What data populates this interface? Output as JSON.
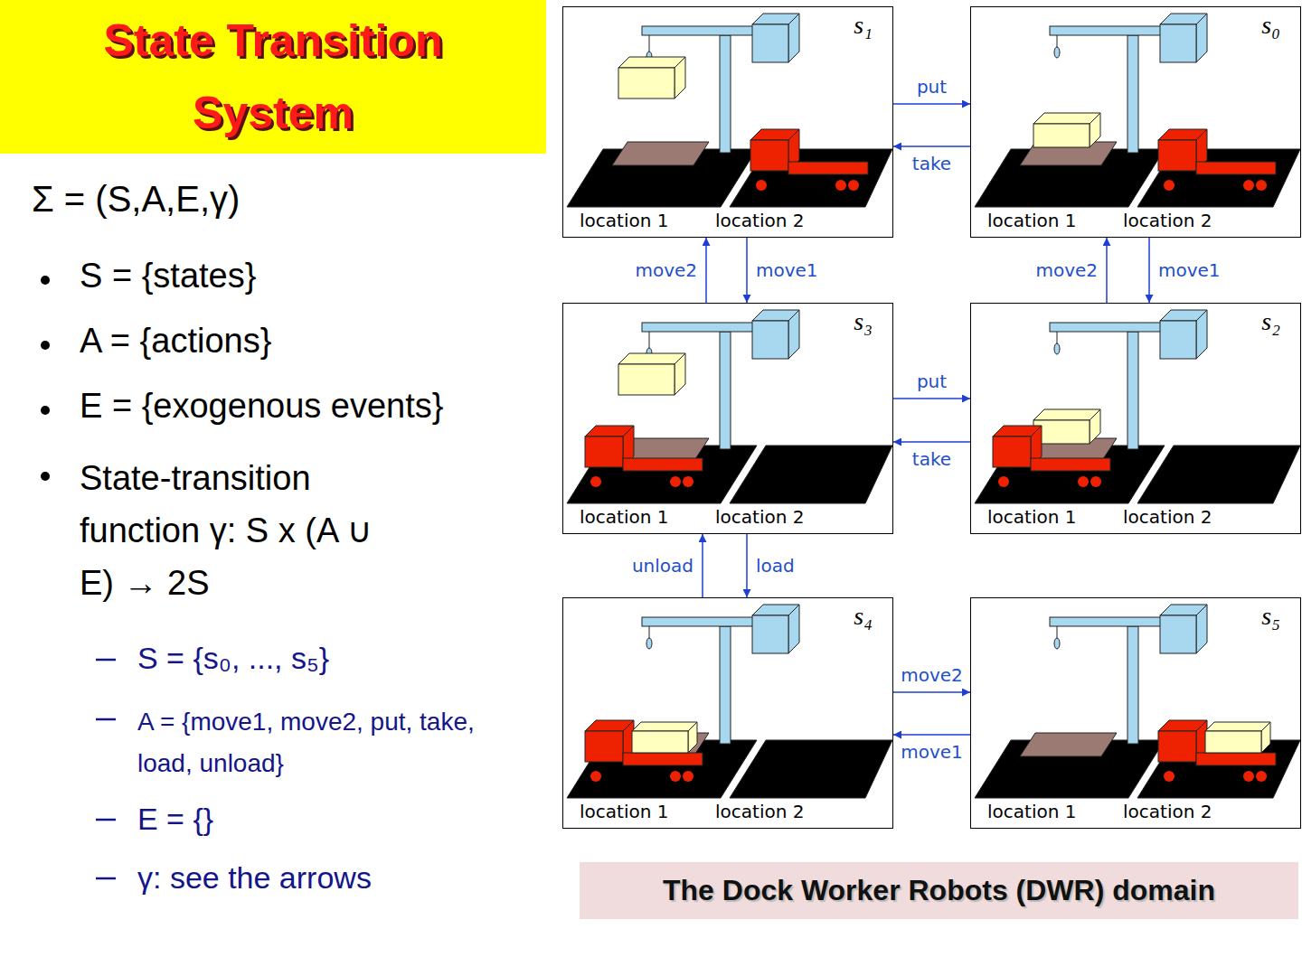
{
  "diagram": {
    "title": "State Transition System",
    "caption": "The Dock Worker Robots (DWR) domain",
    "nodes": [
      {
        "text": [
          "s₁",
          "location 1",
          "location 2"
        ]
      },
      {
        "text": [
          "s₀",
          "location 1",
          "location 2"
        ]
      },
      {
        "text": [
          "s₃",
          "location 1",
          "location 2"
        ]
      },
      {
        "text": [
          "s₂",
          "location 1",
          "location 2"
        ]
      },
      {
        "text": [
          "s₄",
          "location 1",
          "location 2"
        ]
      },
      {
        "text": [
          "s₅",
          "location 1",
          "location 2"
        ]
      }
    ],
    "edges": [
      {
        "from": 0,
        "to": 1,
        "label": "put",
        "arrow": "to"
      },
      {
        "from": 1,
        "to": 0,
        "label": "take",
        "arrow": "to"
      },
      {
        "from": 2,
        "to": 0,
        "label": "move2",
        "arrow": "to"
      },
      {
        "from": 0,
        "to": 2,
        "label": "move1",
        "arrow": "to"
      },
      {
        "from": 3,
        "to": 1,
        "label": "move2",
        "arrow": "to"
      },
      {
        "from": 1,
        "to": 3,
        "label": "move1",
        "arrow": "to"
      },
      {
        "from": 2,
        "to": 3,
        "label": "put",
        "arrow": "to"
      },
      {
        "from": 3,
        "to": 2,
        "label": "take",
        "arrow": "to"
      },
      {
        "from": 4,
        "to": 2,
        "label": "unload",
        "arrow": "to"
      },
      {
        "from": 2,
        "to": 4,
        "label": "load",
        "arrow": "to"
      },
      {
        "from": 4,
        "to": 5,
        "label": "move2",
        "arrow": "to"
      },
      {
        "from": 5,
        "to": 4,
        "label": "move1",
        "arrow": "to"
      }
    ],
    "labels": [
      "Σ = (S,A,E,γ)",
      "S = {states}",
      "A = {actions}",
      "E = {exogenous events}",
      "State-transition function γ: S x (A ∪ E) → 2S",
      "S = {s₀, ..., s₅}",
      "A = {move1, move2, put, take, load, unload}",
      "E = {}",
      "γ: see the arrows"
    ]
  }
}
